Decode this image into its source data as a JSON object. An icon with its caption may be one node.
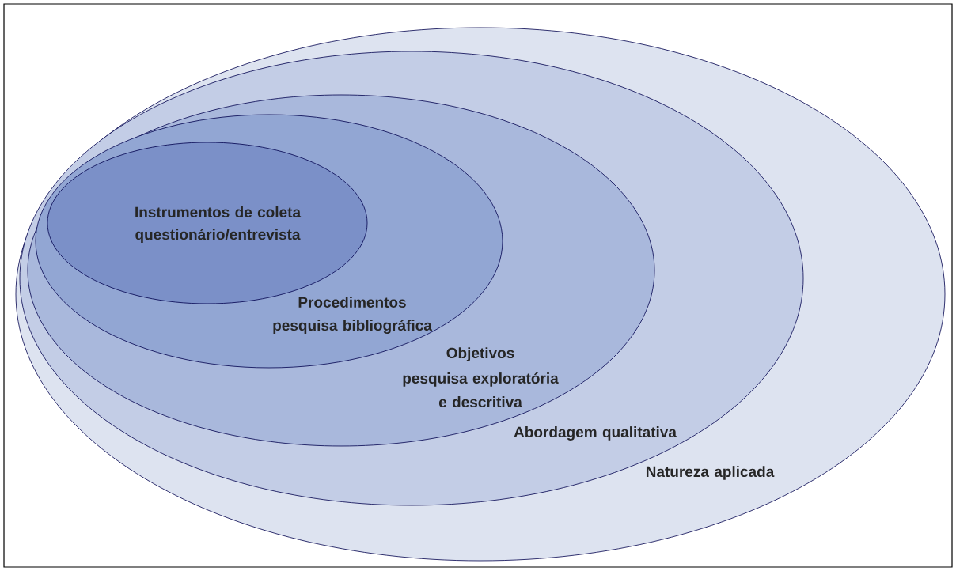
{
  "diagram": {
    "nodes": [
      {
        "text": [
          "Natureza aplicada"
        ]
      },
      {
        "text": [
          "Abordagem qualitativa"
        ],
        "in": 0
      },
      {
        "text": [
          "Objetivos",
          "pesquisa exploratória e descritiva"
        ],
        "in": 1
      },
      {
        "text": [
          "Procedimentos",
          "pesquisa bibliográfica"
        ],
        "in": 2
      },
      {
        "text": [
          "Instrumentos de coleta",
          "questionário/entrevista"
        ],
        "in": 3
      }
    ]
  }
}
